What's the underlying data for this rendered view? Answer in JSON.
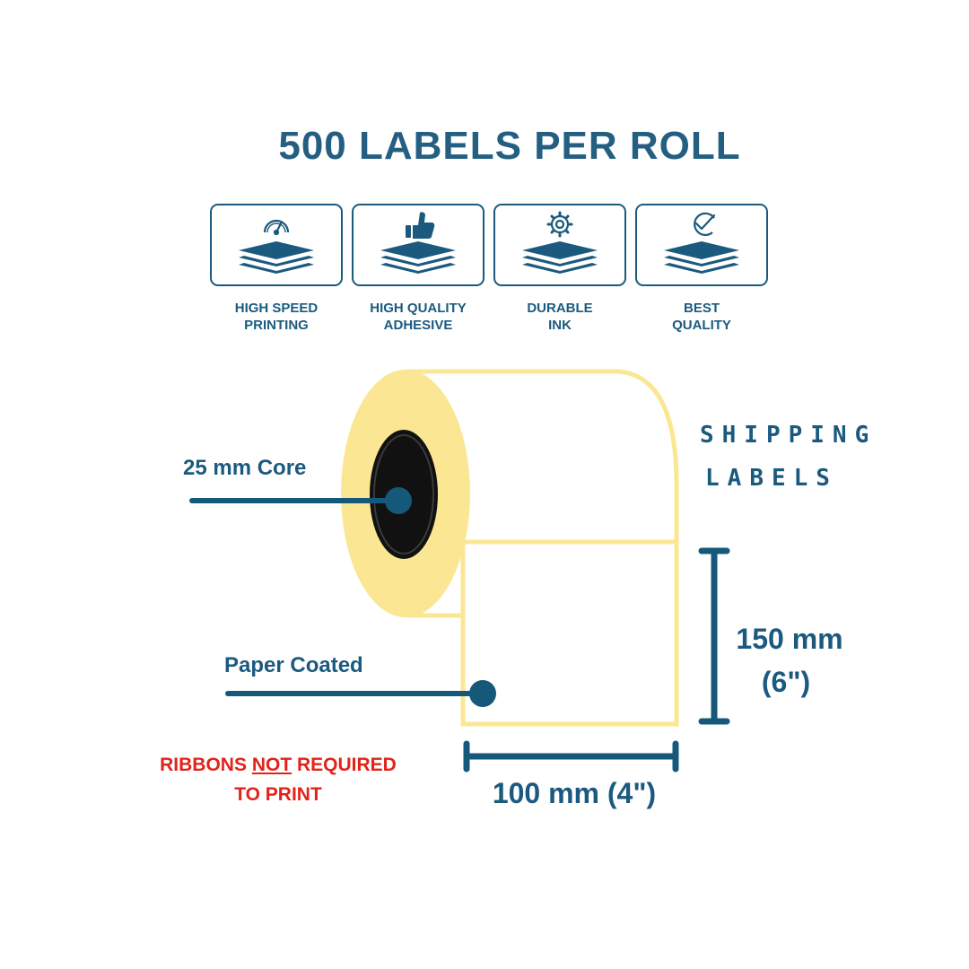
{
  "title": "500 LABELS PER ROLL",
  "features": [
    {
      "icon": "speedometer-icon",
      "caption": "HIGH SPEED\nPRINTING"
    },
    {
      "icon": "thumbs-up-icon",
      "caption": "HIGH QUALITY\nADHESIVE"
    },
    {
      "icon": "gear-icon",
      "caption": "DURABLE\nINK"
    },
    {
      "icon": "check-badge-icon",
      "caption": "BEST\nQUALITY"
    }
  ],
  "diagram": {
    "core_label": "25 mm Core",
    "paper_label": "Paper Coated",
    "product_line1": "SHIPPING",
    "product_line2": "LABELS",
    "height_line1": "150 mm",
    "height_line2": "(6\")",
    "width_label": "100 mm (4\")"
  },
  "ribbon": {
    "before": "RIBBONS ",
    "emphasis": "NOT",
    "after": " REQUIRED",
    "line2": "TO PRINT"
  },
  "colors": {
    "primary": "#1b5a7e",
    "roll_yellow": "#fbe793",
    "core_black": "#111111",
    "warning_red": "#e2231a"
  }
}
